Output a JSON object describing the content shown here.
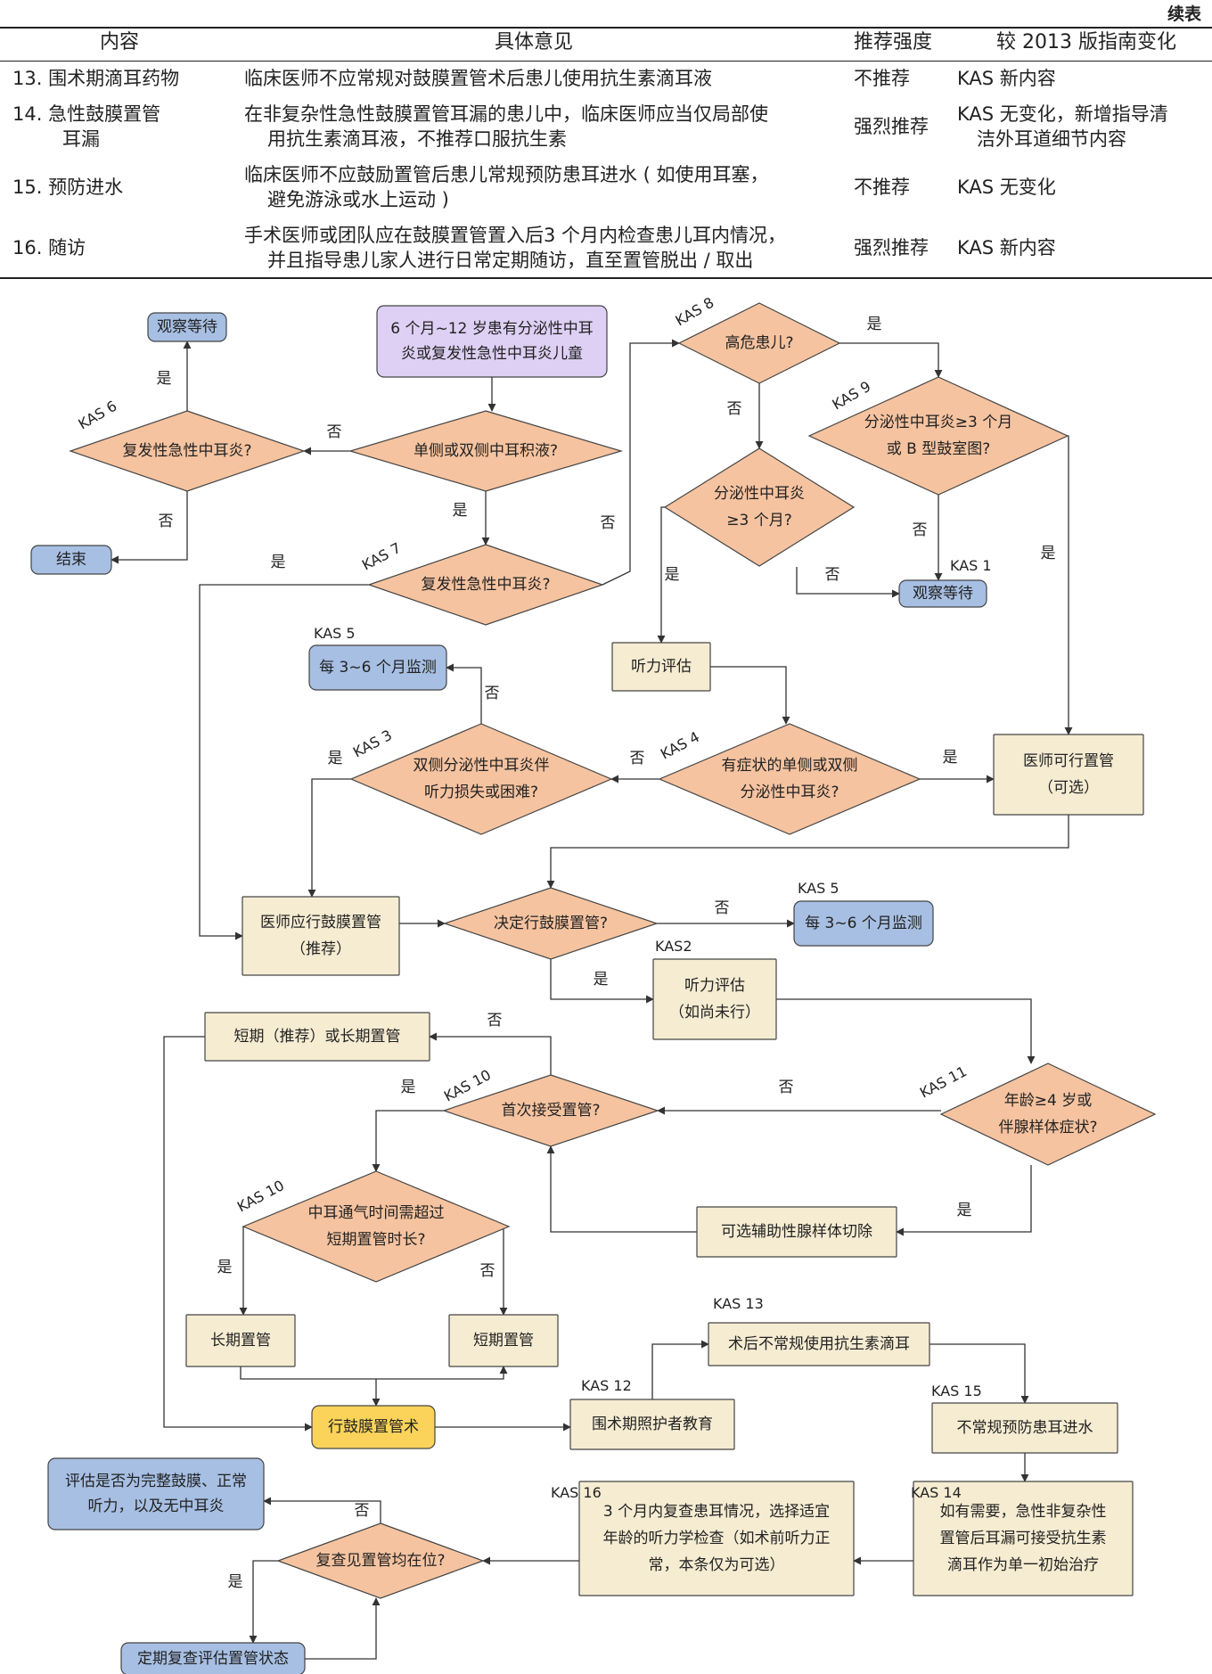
{
  "table": {
    "continued": "续表",
    "headers": [
      "内容",
      "具体意见",
      "推荐强度",
      "较 2013 版指南变化"
    ],
    "rows": [
      {
        "content": [
          "13. 围术期滴耳药物"
        ],
        "opinion": [
          "临床医师不应常规对鼓膜置管术后患儿使用抗生素滴耳液"
        ],
        "strength": "不推荐",
        "change": [
          "KAS 新内容"
        ]
      },
      {
        "content": [
          "14. 急性鼓膜置管",
          "耳漏"
        ],
        "opinion": [
          "在非复杂性急性鼓膜置管耳漏的患儿中，临床医师应当仅局部使",
          "用抗生素滴耳液，不推荐口服抗生素"
        ],
        "strength": "强烈推荐",
        "change": [
          "KAS 无变化，新增指导清",
          "洁外耳道细节内容"
        ]
      },
      {
        "content": [
          "15. 预防进水"
        ],
        "opinion": [
          "临床医师不应鼓励置管后患儿常规预防患耳进水 ( 如使用耳塞，",
          "避免游泳或水上运动 )"
        ],
        "strength": "不推荐",
        "change": [
          "KAS 无变化"
        ]
      },
      {
        "content": [
          "16. 随访"
        ],
        "opinion": [
          "手术医师或团队应在鼓膜置管置入后3 个月内检查患儿耳内情况，",
          "并且指导患儿家人进行日常定期随访，直至置管脱出 / 取出"
        ],
        "strength": "强烈推荐",
        "change": [
          "KAS 新内容"
        ]
      }
    ]
  },
  "flow": {
    "colors": {
      "purple": "#ddd0f4",
      "blue": "#a7bfe3",
      "orange": "#f5c3a0",
      "beige": "#f6ecd2",
      "yellow": "#fcd35a",
      "line": "#333333"
    },
    "nodes": {
      "start": [
        "6 个月~12 岁患有分泌性中耳",
        "炎或复发性急性中耳炎儿童"
      ],
      "observe_top": [
        "观察等待"
      ],
      "kas6_q": [
        "复发性急性中耳炎?"
      ],
      "end": [
        "结束"
      ],
      "unilat_q": [
        "单侧或双侧中耳积液?"
      ],
      "kas7_q": [
        "复发性急性中耳炎?"
      ],
      "kas8_q": [
        "高危患儿?"
      ],
      "kas9_q": [
        "分泌性中耳炎≥3  个月",
        "或 B 型鼓室图?"
      ],
      "ome3_q": [
        "分泌性中耳炎",
        "≥3 个月?"
      ],
      "observe_kas1": [
        "观察等待"
      ],
      "hearing_eval": [
        "听力评估"
      ],
      "monitor_1": [
        "每 3~6 个月监测"
      ],
      "kas3_q": [
        "双侧分泌性中耳炎伴",
        "听力损失或困难?"
      ],
      "kas4_q": [
        "有症状的单侧或双侧",
        "分泌性中耳炎?"
      ],
      "may_tube": [
        "医师可行置管",
        "（可选）"
      ],
      "should_tube": [
        "医师应行鼓膜置管",
        "（推荐）"
      ],
      "decide_q": [
        "决定行鼓膜置管?"
      ],
      "monitor_2": [
        "每 3~6 个月监测"
      ],
      "hearing_eval_2": [
        "听力评估",
        "（如尚未行）"
      ],
      "short_long": [
        "短期（推荐）或长期置管"
      ],
      "kas10_first_q": [
        "首次接受置管?"
      ],
      "kas11_q": [
        "年龄≥4 岁或",
        "伴腺样体症状?"
      ],
      "adenoid": [
        "可选辅助性腺样体切除"
      ],
      "kas10_vent_q": [
        "中耳通气时间需超过",
        "短期置管时长?"
      ],
      "long_tube": [
        "长期置管"
      ],
      "short_tube": [
        "短期置管"
      ],
      "surgery": [
        "行鼓膜置管术"
      ],
      "education": [
        "围术期照护者教育"
      ],
      "no_drops": [
        "术后不常规使用抗生素滴耳"
      ],
      "no_water": [
        "不常规预防患耳进水"
      ],
      "otorrhea": [
        "如有需要，急性非复杂性",
        "置管后耳漏可接受抗生素",
        "滴耳作为单一初始治疗"
      ],
      "followup": [
        "3 个月内复查患耳情况，选择适宜",
        "年龄的听力学检查（如术前听力正",
        "常，本条仅为可选）"
      ],
      "tubes_q": [
        "复查见置管均在位?"
      ],
      "assess": [
        "评估是否为完整鼓膜、正常",
        "听力，以及无中耳炎"
      ],
      "periodic": [
        "定期复查评估置管状态"
      ]
    },
    "kas_labels": {
      "kas6": "KAS 6",
      "kas7": "KAS 7",
      "kas8": "KAS 8",
      "kas9": "KAS 9",
      "kas1": "KAS 1",
      "kas5a": "KAS 5",
      "kas3": "KAS 3",
      "kas4": "KAS 4",
      "kas5b": "KAS 5",
      "kas2": "KAS2",
      "kas10a": "KAS 10",
      "kas11": "KAS 11",
      "kas10b": "KAS 10",
      "kas13": "KAS 13",
      "kas12": "KAS 12",
      "kas15": "KAS 15",
      "kas16": "KAS 16",
      "kas14": "KAS 14"
    },
    "yes": "是",
    "no": "否"
  }
}
